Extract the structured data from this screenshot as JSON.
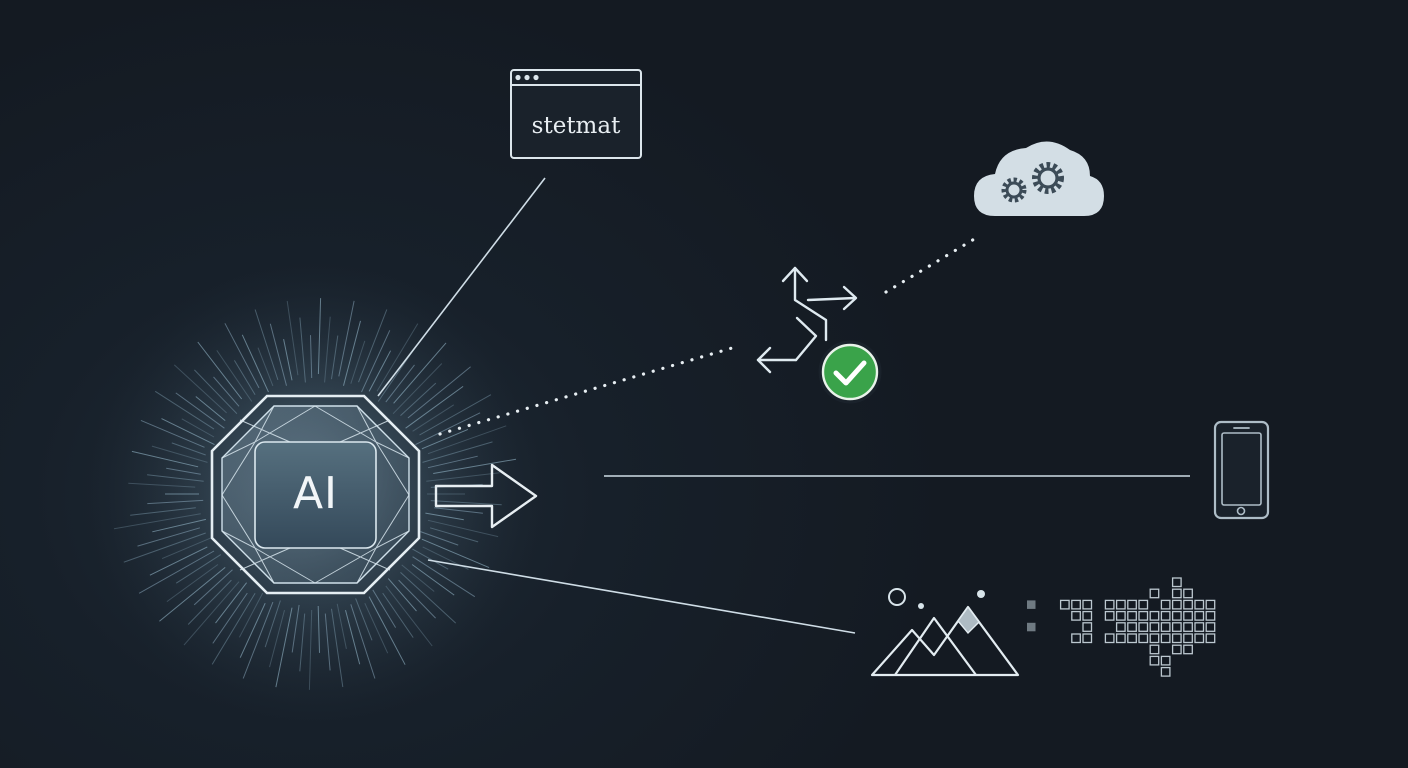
{
  "hub": {
    "label": "AI",
    "icon": "ai-chip-icon"
  },
  "nodes": [
    {
      "id": "browser-window",
      "icon": "browser-window-icon",
      "label": "stetmat",
      "connector": "solid-line"
    },
    {
      "id": "cloud-service",
      "icon": "cloud-gears-icon",
      "connector": "dotted-line"
    },
    {
      "id": "workflow-branch",
      "icon": "branching-arrows-check-icon",
      "connector": "dotted-line"
    },
    {
      "id": "mobile-device",
      "icon": "smartphone-icon",
      "connector": "arrow-and-line"
    },
    {
      "id": "image-data",
      "icon": "mountain-image-pixels-icon",
      "connector": "solid-line"
    }
  ],
  "colors": {
    "background": "#151b23",
    "line": "#cfdde6",
    "glow": "#9fc2d6",
    "check": "#3aa34a",
    "pixel": "#bcc8d0",
    "pixel_dark": "#6f7a82"
  }
}
